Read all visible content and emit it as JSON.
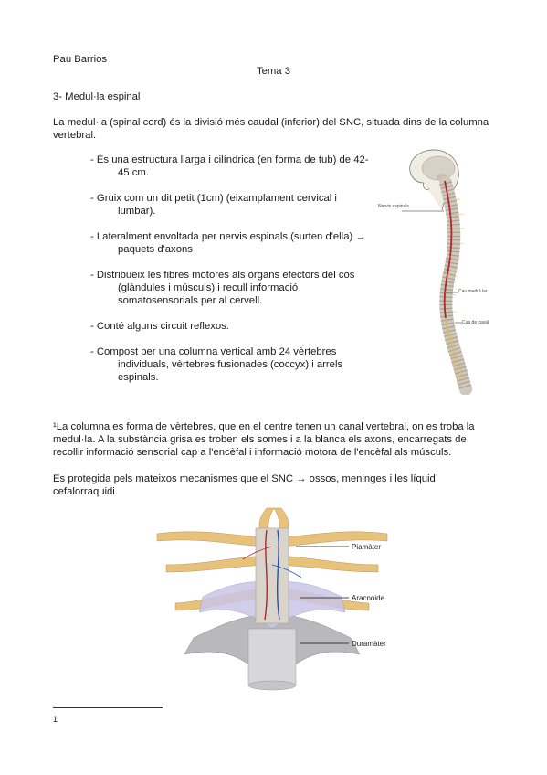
{
  "header": {
    "author": "Pau Barrios",
    "title": "Tema 3"
  },
  "section_title": "3- Medul·la espinal",
  "intro": "La medul·la (spinal cord) és la divisió més caudal (inferior) del SNC, situada dins de la columna vertebral.",
  "bullets": [
    "- És una estructura llarga i cilíndrica (en forma de tub) de 42-45 cm.",
    "- Gruix com un dit petit (1cm) (eixamplament cervical i lumbar).",
    "- Lateralment envoltada per nervis espinals (surten d'ella) → paquets d'axons",
    "- Distribueix les fibres motores als òrgans efectors del cos (glàndules i músculs) i recull informació somatosensorials per al cervell.",
    "- Conté alguns circuit reflexos.",
    "- Compost per una columna vertical amb 24 vèrtebres individuals, vèrtebres fusionades (coccyx) i arrels espinals."
  ],
  "paragraph1": "¹La columna es forma de vèrtebres, que en el centre tenen un canal vertebral, on es troba la medul·la. A la substància grisa es troben els somes i a la blanca els axons, encarregats de recollir informació sensorial cap a l'encèfal i informació motora de l'encèfal als músculs.",
  "paragraph2": "Es protegida pels mateixos mecanismes que el SNC → ossos, meninges i les líquid cefalorraquidi.",
  "figure1_labels": {
    "nerves": "Nervis espinals",
    "cord": "Cau medul·lar",
    "tail": "Cua de cavall"
  },
  "figure2_labels": {
    "pia": "Piamàter",
    "arachnoid": "Aracnoide",
    "dura": "Duramàter"
  },
  "footnote_number": "1",
  "colors": {
    "nerve": "#e8c27a",
    "cord": "#b3262e",
    "bone": "#d9d4cc",
    "dura": "#b9b9bd",
    "arachnoid": "#c9c6e6"
  }
}
